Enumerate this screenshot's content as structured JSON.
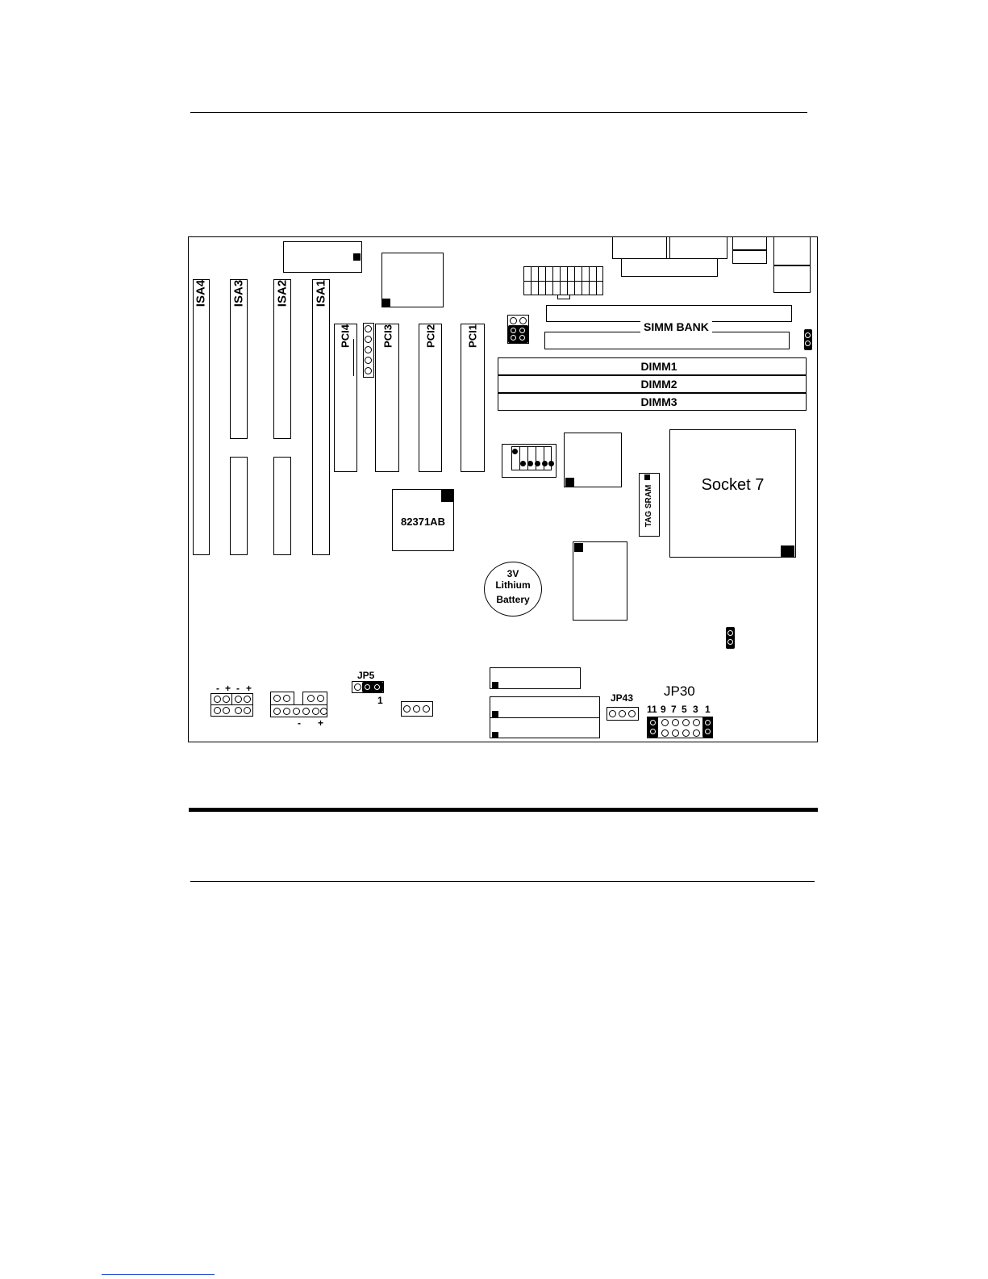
{
  "slots": {
    "isa": [
      "ISA4",
      "ISA3",
      "ISA2",
      "ISA1"
    ],
    "pci": [
      "PCI4",
      "PCI3",
      "PCI2",
      "PCI1"
    ]
  },
  "memory": {
    "simm_bank": "SIMM BANK",
    "dimm": [
      "DIMM1",
      "DIMM2",
      "DIMM3"
    ]
  },
  "chips": {
    "southbridge": "82371AB",
    "cpu_socket": "Socket 7",
    "tag_sram": "TAG SRAM"
  },
  "battery": [
    "3V",
    "Lithium",
    "Battery"
  ],
  "jumpers": {
    "jp5": "JP5",
    "jp5_pin1": "1",
    "jp43": "JP43",
    "jp30": "JP30",
    "jp30_pins": [
      "11",
      "9",
      "7",
      "5",
      "3",
      "1"
    ]
  },
  "polarity": {
    "led_top": [
      "-",
      "+",
      "-",
      "+"
    ],
    "pwr_bottom": [
      "-",
      "+"
    ]
  }
}
